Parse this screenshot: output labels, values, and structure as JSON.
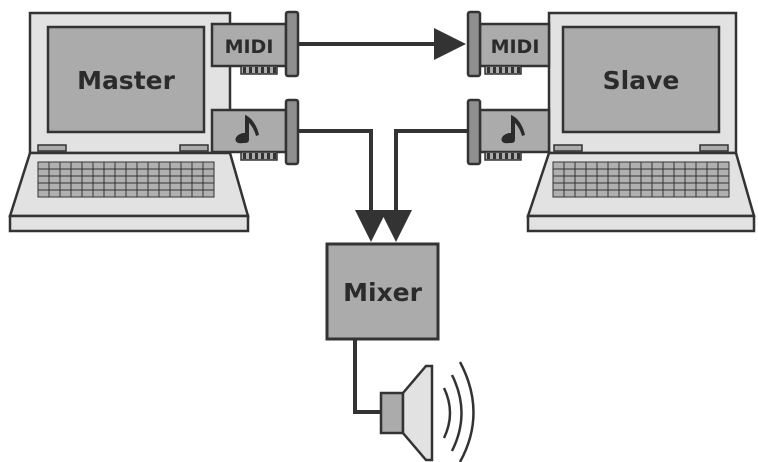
{
  "master": {
    "label": "Master"
  },
  "slave": {
    "label": "Slave"
  },
  "mixer": {
    "label": "Mixer"
  },
  "midi_card_left": {
    "label": "MIDI"
  },
  "midi_card_right": {
    "label": "MIDI"
  },
  "audio_card_left": {
    "icon": "music-note-icon"
  },
  "audio_card_right": {
    "icon": "music-note-icon"
  },
  "speaker": {
    "icon": "speaker-icon"
  },
  "colors": {
    "stroke": "#333333",
    "screen_fill": "#ababab",
    "laptop_body": "#e2e2e2",
    "card_fill": "#ababab",
    "bracket_fill": "#8f8f8f",
    "key_fill": "#b0b0b0"
  }
}
